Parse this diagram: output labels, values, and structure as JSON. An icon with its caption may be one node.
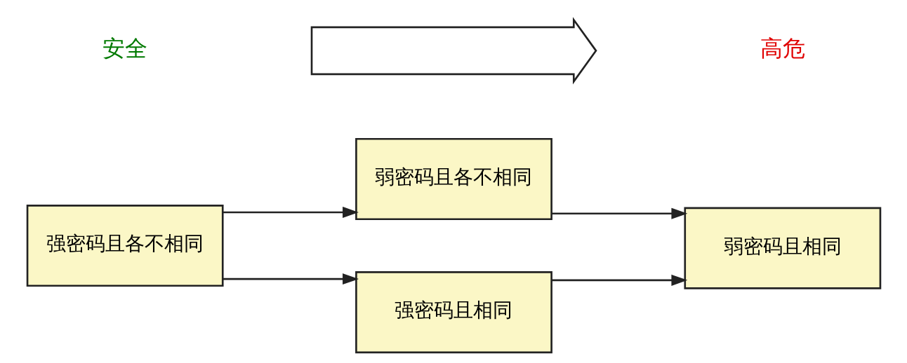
{
  "diagram": {
    "nodes": [
      {
        "text": [
          "强密码且各不相同"
        ]
      },
      {
        "text": [
          "弱密码且各不相同"
        ]
      },
      {
        "text": [
          "强密码且相同"
        ]
      },
      {
        "text": [
          "弱密码且相同"
        ]
      },
      {
        "text": [],
        "shape": "arrow"
      }
    ],
    "edges": [
      {
        "from": 0,
        "to": 1,
        "arrow": "to"
      },
      {
        "from": 0,
        "to": 2,
        "arrow": "to"
      },
      {
        "from": 1,
        "to": 3,
        "arrow": "to"
      },
      {
        "from": 2,
        "to": 3,
        "arrow": "to"
      }
    ],
    "labels": [
      "安全",
      "高危"
    ]
  }
}
